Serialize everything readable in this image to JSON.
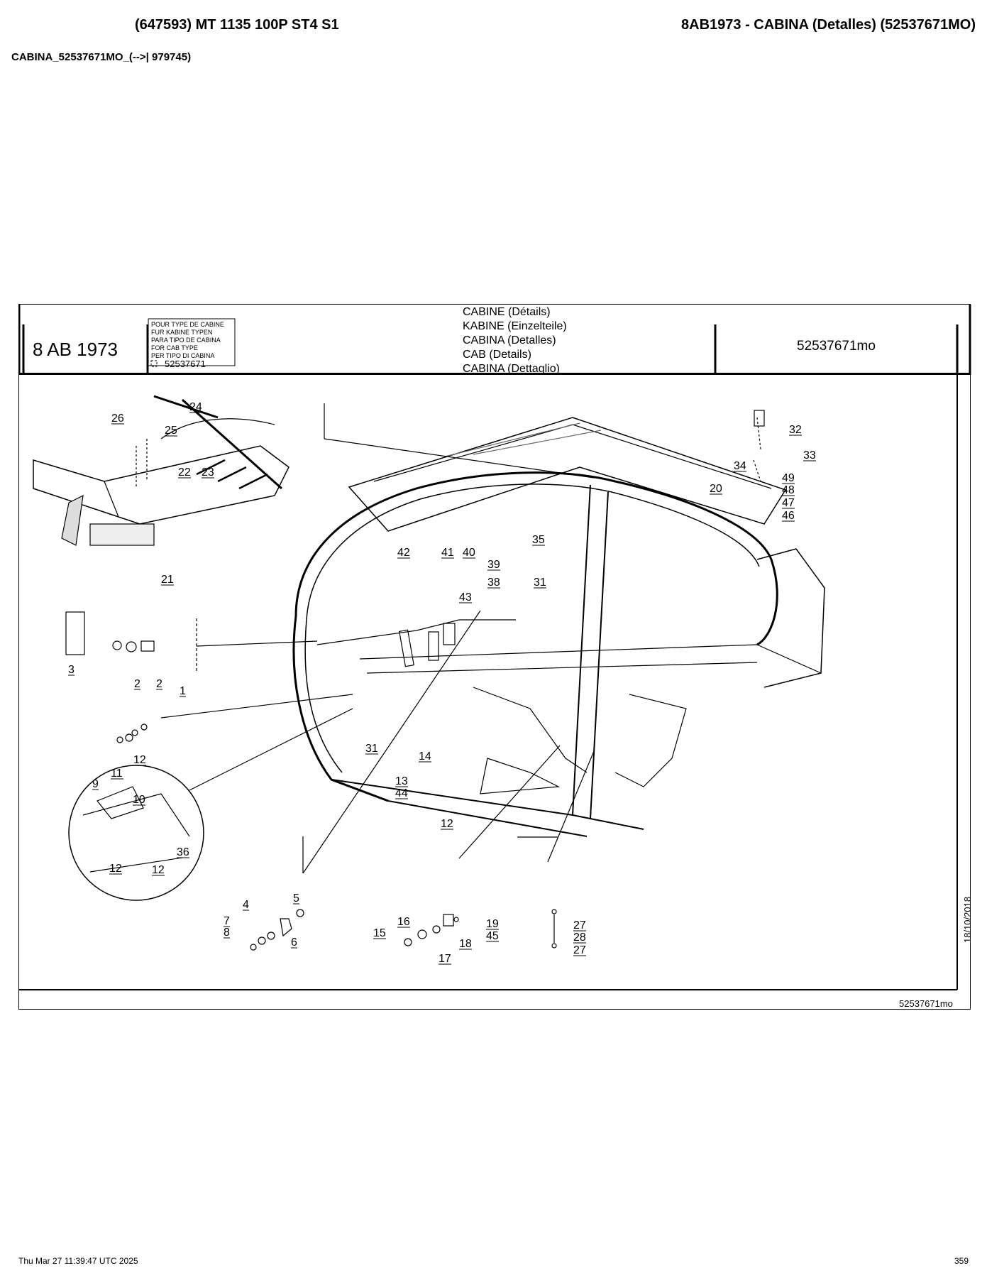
{
  "header": {
    "left": "(647593) MT 1135 100P ST4 S1",
    "right": "8AB1973 - CABINA (Detalles) (52537671MO)",
    "subtitle": "CABINA_52537671MO_(-->| 979745)"
  },
  "title_block": {
    "group_code": "8 AB 1973",
    "cab_type_labels": [
      "POUR TYPE DE CABINE",
      "FUR KABINE TYPEN",
      "PARA TIPO DE CABINA",
      "FOR CAB TYPE",
      "PER TIPO DI CABINA"
    ],
    "cab_type_value": "52537671",
    "titles": [
      "CABINE (Détails)",
      "KABINE (Einzelteile)",
      "CABINA (Detalles)",
      "CAB (Details)",
      "CABINA (Dettaglio)"
    ],
    "drawing_ref": "52537671mo"
  },
  "drawing": {
    "date": "18/10/2018",
    "ref": "52537671mo",
    "callouts": [
      "24",
      "26",
      "25",
      "22",
      "23",
      "21",
      "32",
      "33",
      "34",
      "49",
      "20",
      "48",
      "47",
      "46",
      "35",
      "42",
      "41",
      "40",
      "39",
      "38",
      "31",
      "43",
      "3",
      "2",
      "2",
      "1",
      "31",
      "14",
      "12",
      "11",
      "9",
      "10",
      "13",
      "44",
      "12",
      "36",
      "12",
      "12",
      "5",
      "4",
      "7",
      "8",
      "6",
      "16",
      "15",
      "17",
      "19",
      "45",
      "18",
      "27",
      "28",
      "27"
    ]
  },
  "footer": {
    "timestamp": "Thu Mar 27 11:39:47 UTC 2025",
    "page": "359"
  }
}
